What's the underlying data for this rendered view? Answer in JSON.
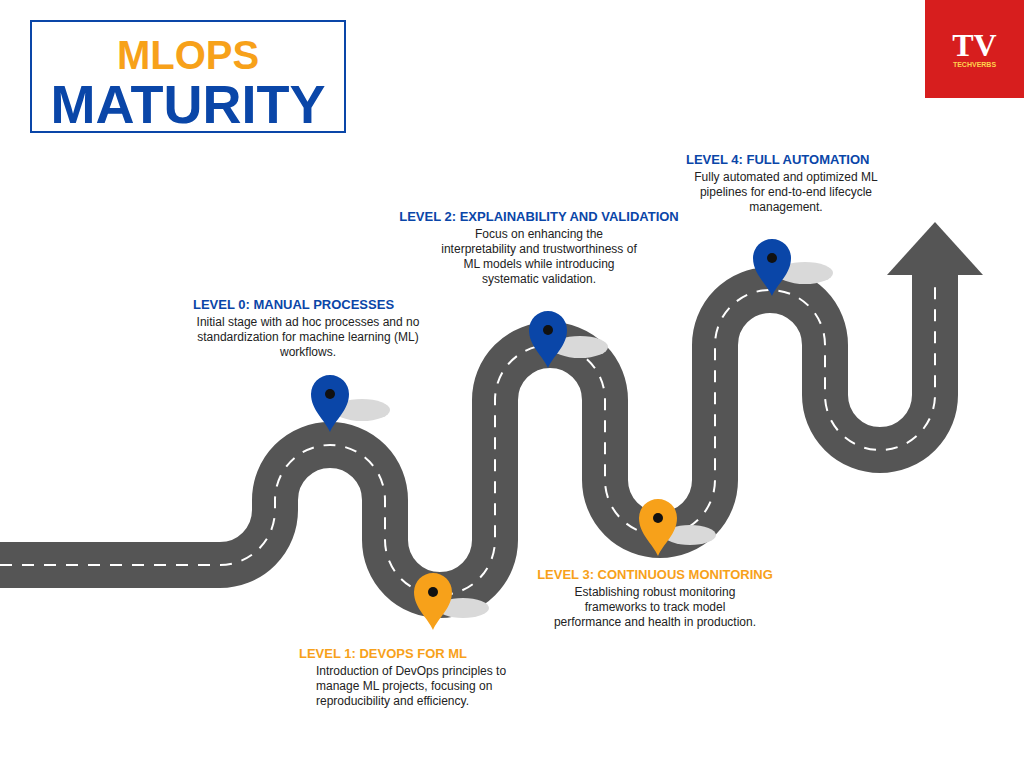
{
  "diagram": {
    "title": "MLOPS MATURITY",
    "nodes": [
      {
        "text": [
          "LEVEL 0: MANUAL PROCESSES",
          "Initial stage with ad hoc processes and no standardization for machine learning (ML) workflows."
        ]
      },
      {
        "text": [
          "LEVEL 1: DEVOPS FOR ML",
          "Introduction of DevOps principles to manage ML projects, focusing on reproducibility and efficiency."
        ]
      },
      {
        "text": [
          "LEVEL 2: EXPLAINABILITY AND VALIDATION",
          "Focus on enhancing the interpretability and trustworthiness of ML models while introducing systematic validation."
        ]
      },
      {
        "text": [
          "LEVEL 3: CONTINUOUS MONITORING",
          "Establishing robust monitoring frameworks to track model performance and health in production."
        ]
      },
      {
        "text": [
          "LEVEL 4: FULL AUTOMATION",
          "Fully automated and optimized ML pipelines for end-to-end lifecycle management."
        ]
      }
    ],
    "labels": [
      "TV",
      "TECHVERBS"
    ]
  }
}
